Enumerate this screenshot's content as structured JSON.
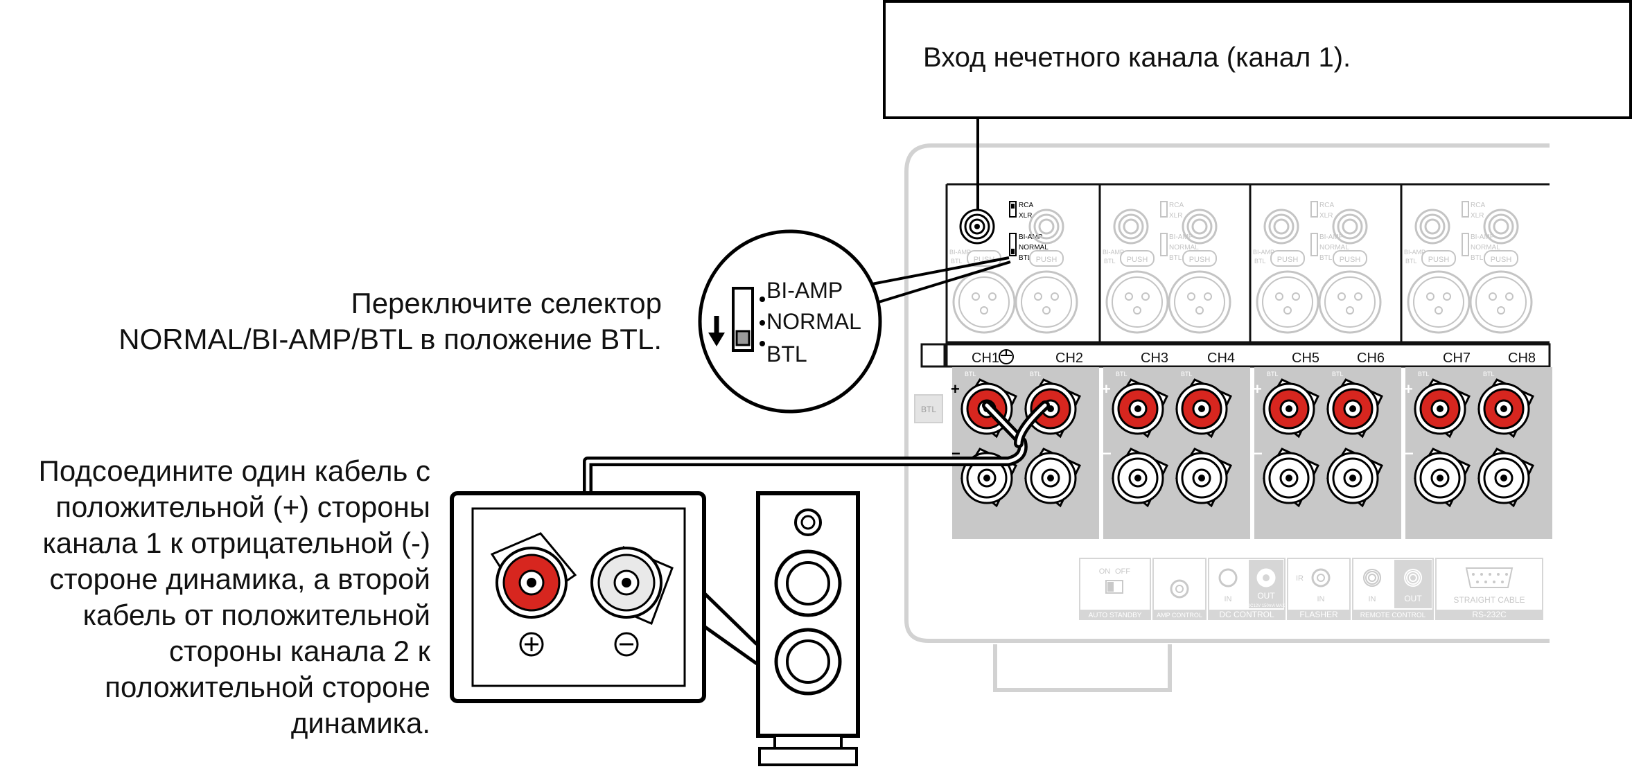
{
  "callout_top": "Вход нечетного канала (канал 1).",
  "instruction_btl": [
    "Переключите селектор",
    "NORMAL/BI-AMP/BTL в положение BTL."
  ],
  "instruction_cable": [
    "Подсоедините один кабель с",
    "положительной (+) стороны",
    "канала 1 к отрицательной (-)",
    "стороне динамика, а второй",
    "кабель от положительной",
    "стороны канала 2 к",
    "положительной стороне",
    "динамика."
  ],
  "zoom_switch": {
    "options": [
      "BI-AMP",
      "NORMAL",
      "BTL"
    ],
    "selected": "BTL"
  },
  "input_switch_labels": {
    "rca": "RCA",
    "xlr": "XLR",
    "bi_amp": "BI-AMP",
    "normal": "NORMAL",
    "btl": "BTL",
    "push": "PUSH",
    "side_bi_amp": "BI-AMP",
    "side_btl": "BTL"
  },
  "channels": [
    "CH1",
    "CH2",
    "CH3",
    "CH4",
    "CH5",
    "CH6",
    "CH7",
    "CH8"
  ],
  "terminal_marks": {
    "btl_minus": "BTL",
    "btl_plus": "BTL",
    "side_btl": "BTL"
  },
  "bottom_panel": {
    "auto_standby": {
      "on": "ON",
      "off": "OFF",
      "label": "AUTO STANDBY"
    },
    "amp_control": "AMP CONTROL",
    "dc_control": {
      "in": "IN",
      "out": "OUT",
      "out_spec": "DC12V 150mA MAX",
      "label": "DC CONTROL"
    },
    "flasher": {
      "ir": "IR",
      "in": "IN",
      "label": "FLASHER"
    },
    "remote_control": {
      "in": "IN",
      "out": "OUT",
      "label": "REMOTE CONTROL"
    },
    "rs232c": {
      "cable": "STRAIGHT CABLE",
      "label": "RS-232C"
    }
  },
  "colors": {
    "terminal_red": "#d7261f",
    "panel_gray": "#c8c8c8",
    "light_gray": "#cfcfcf",
    "ink": "#000000"
  },
  "icons": [
    "speaker-cabinet-icon",
    "speaker-terminal-icon",
    "switch-down-arrow-icon",
    "ground-icon"
  ]
}
